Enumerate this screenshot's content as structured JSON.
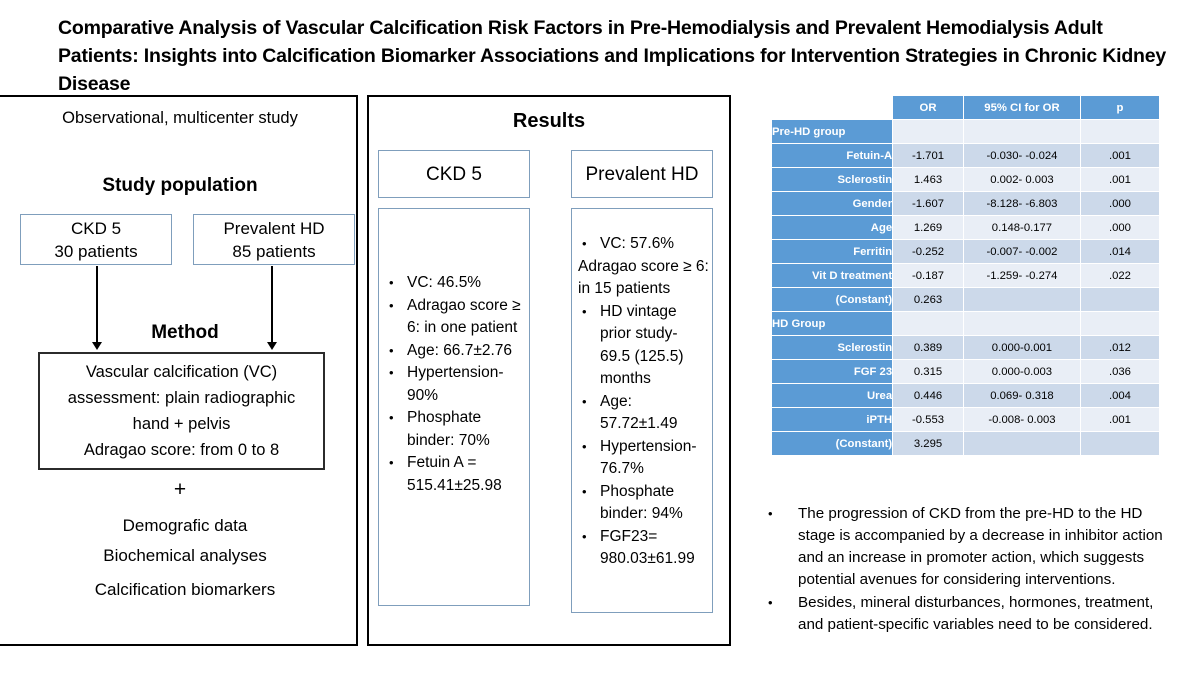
{
  "title": "Comparative Analysis of Vascular Calcification Risk Factors in Pre-Hemodialysis and Prevalent Hemodialysis Adult Patients: Insights into Calcification Biomarker Associations and Implications for Intervention Strategies in Chronic Kidney Disease",
  "left_panel": {
    "study_type": "Observational, multicenter study",
    "study_population_heading": "Study population",
    "group_a_line1": "CKD 5",
    "group_a_line2": "30 patients",
    "group_b_line1": "Prevalent HD",
    "group_b_line2": "85 patients",
    "method_heading": "Method",
    "method_line1": "Vascular calcification (VC)",
    "method_line2": "assessment: plain radiographic",
    "method_line3": "hand + pelvis",
    "method_line4": "Adragao score:  from 0 to 8",
    "plus": "+",
    "extras": [
      "Demografic data",
      "Biochemical analyses",
      "Calcification biomarkers"
    ]
  },
  "middle_panel": {
    "heading": "Results",
    "ckd5": {
      "header": "CKD 5",
      "bullets": [
        {
          "text": "VC: 46.5%",
          "bullet": true
        },
        {
          "text": "Adragao score ≥ 6: in one patient",
          "bullet": true
        },
        {
          "text": "Age: 66.7±2.76",
          "bullet": true
        },
        {
          "text": "Hypertension-90%",
          "bullet": true
        },
        {
          "text": "Phosphate binder: 70%",
          "bullet": true
        },
        {
          "text": "Fetuin A = 515.41±25.98",
          "bullet": true
        }
      ]
    },
    "prevalent_hd": {
      "header": "Prevalent HD",
      "bullets": [
        {
          "text": "VC: 57.6%",
          "bullet": true
        },
        {
          "text": "Adragao score ≥ 6: in 15 patients",
          "bullet": false
        },
        {
          "text": "HD vintage prior study- 69.5 (125.5) months",
          "bullet": true
        },
        {
          "text": "Age: 57.72±1.49",
          "bullet": true
        },
        {
          "text": "Hypertension-76.7%",
          "bullet": true
        },
        {
          "text": "Phosphate binder: 94%",
          "bullet": true
        },
        {
          "text": "FGF23= 980.03±61.99",
          "bullet": true
        }
      ]
    }
  },
  "table": {
    "columns": [
      "",
      "OR",
      "95% CI for OR",
      "p"
    ],
    "rows": [
      {
        "label": "Pre-HD group",
        "kind": "group",
        "or": "",
        "ci": "",
        "p": ""
      },
      {
        "label": "Fetuin-A",
        "kind": "item",
        "or": "-1.701",
        "ci": "-0.030- -0.024",
        "p": ".001"
      },
      {
        "label": "Sclerostin",
        "kind": "item",
        "or": "1.463",
        "ci": "0.002- 0.003",
        "p": ".001"
      },
      {
        "label": "Gender",
        "kind": "item",
        "or": "-1.607",
        "ci": "-8.128- -6.803",
        "p": ".000"
      },
      {
        "label": "Age",
        "kind": "item",
        "or": "1.269",
        "ci": "0.148-0.177",
        "p": ".000"
      },
      {
        "label": "Ferritin",
        "kind": "item",
        "or": "-0.252",
        "ci": "-0.007- -0.002",
        "p": ".014"
      },
      {
        "label": "Vit D treatment",
        "kind": "item",
        "or": "-0.187",
        "ci": "-1.259- -0.274",
        "p": ".022"
      },
      {
        "label": "(Constant)",
        "kind": "item",
        "or": "0.263",
        "ci": "",
        "p": ""
      },
      {
        "label": "HD Group",
        "kind": "group",
        "or": "",
        "ci": "",
        "p": ""
      },
      {
        "label": "Sclerostin",
        "kind": "item",
        "or": "0.389",
        "ci": "0.000-0.001",
        "p": ".012"
      },
      {
        "label": "FGF 23",
        "kind": "item",
        "or": "0.315",
        "ci": "0.000-0.003",
        "p": ".036"
      },
      {
        "label": "Urea",
        "kind": "item",
        "or": "0.446",
        "ci": "0.069- 0.318",
        "p": ".004"
      },
      {
        "label": "iPTH",
        "kind": "item",
        "or": "-0.553",
        "ci": "-0.008- 0.003",
        "p": ".001"
      },
      {
        "label": "(Constant)",
        "kind": "item",
        "or": "3.295",
        "ci": "",
        "p": ""
      }
    ]
  },
  "conclusions": [
    "The progression of CKD from the pre-HD to the HD stage is accompanied by a decrease in inhibitor action and an increase in promoter action, which suggests potential avenues for considering interventions.",
    "Besides, mineral disturbances, hormones, treatment, and patient-specific variables need to be considered."
  ],
  "colors": {
    "table_header_blue": "#5b9bd5",
    "table_row_shade": "#ccd9ea",
    "table_row_plain": "#e9eef6",
    "box_border_blue": "#7f9ebc",
    "panel_border": "#000000"
  }
}
